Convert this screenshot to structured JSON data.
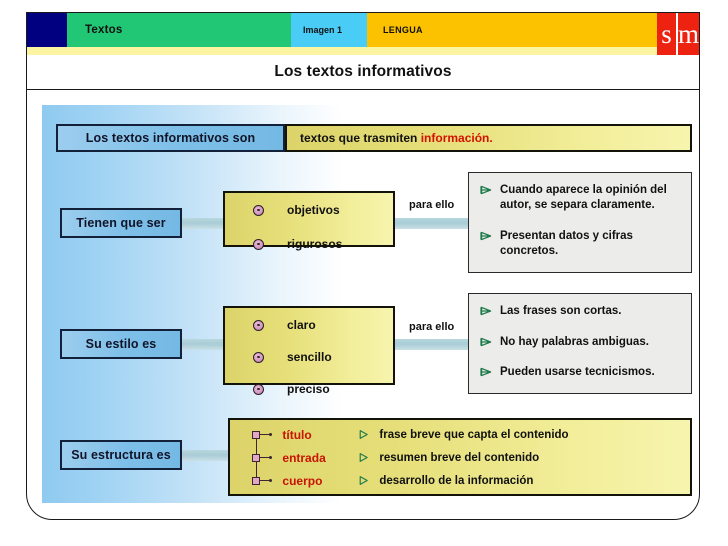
{
  "header": {
    "section_label": "Textos",
    "image_label": "Imagen 1",
    "subject_label": "LENGUA",
    "logo_first": "s",
    "logo_second": "m",
    "colors": {
      "navy": "#000080",
      "green": "#22c776",
      "cyan": "#49cdf7",
      "gold": "#fcc200",
      "logo_red": "#ee2211",
      "strip_yellow": "#fbf4a0"
    }
  },
  "title": "Los textos informativos",
  "definition_row": {
    "label": "Los textos informativos son",
    "text_plain": "textos que trasmiten",
    "text_accent": "información.",
    "accent_color": "#d41100"
  },
  "rows": [
    {
      "label": "Tienen que ser",
      "connector_label": "para ello",
      "items": [
        "objetivos",
        "rigurosos"
      ],
      "notes": [
        "Cuando aparece la opinión del autor, se  separa claramente.",
        "Presentan datos y cifras concretos."
      ]
    },
    {
      "label": "Su estilo es",
      "connector_label": "para ello",
      "items": [
        "claro",
        "sencillo",
        "preciso"
      ],
      "notes": [
        "Las frases son cortas.",
        "No hay palabras ambiguas.",
        "Pueden usarse tecnicismos."
      ]
    }
  ],
  "structure_row": {
    "label": "Su estructura es",
    "parts": [
      {
        "name": "título",
        "description": "frase breve que capta el contenido"
      },
      {
        "name": "entrada",
        "description": "resumen breve del contenido"
      },
      {
        "name": "cuerpo",
        "description": "desarrollo de la información"
      }
    ]
  },
  "icons": {
    "bullet": "dot-bullet-icon",
    "arrow": "green-triangle-arrow-icon",
    "node": "pink-square-node-icon"
  }
}
